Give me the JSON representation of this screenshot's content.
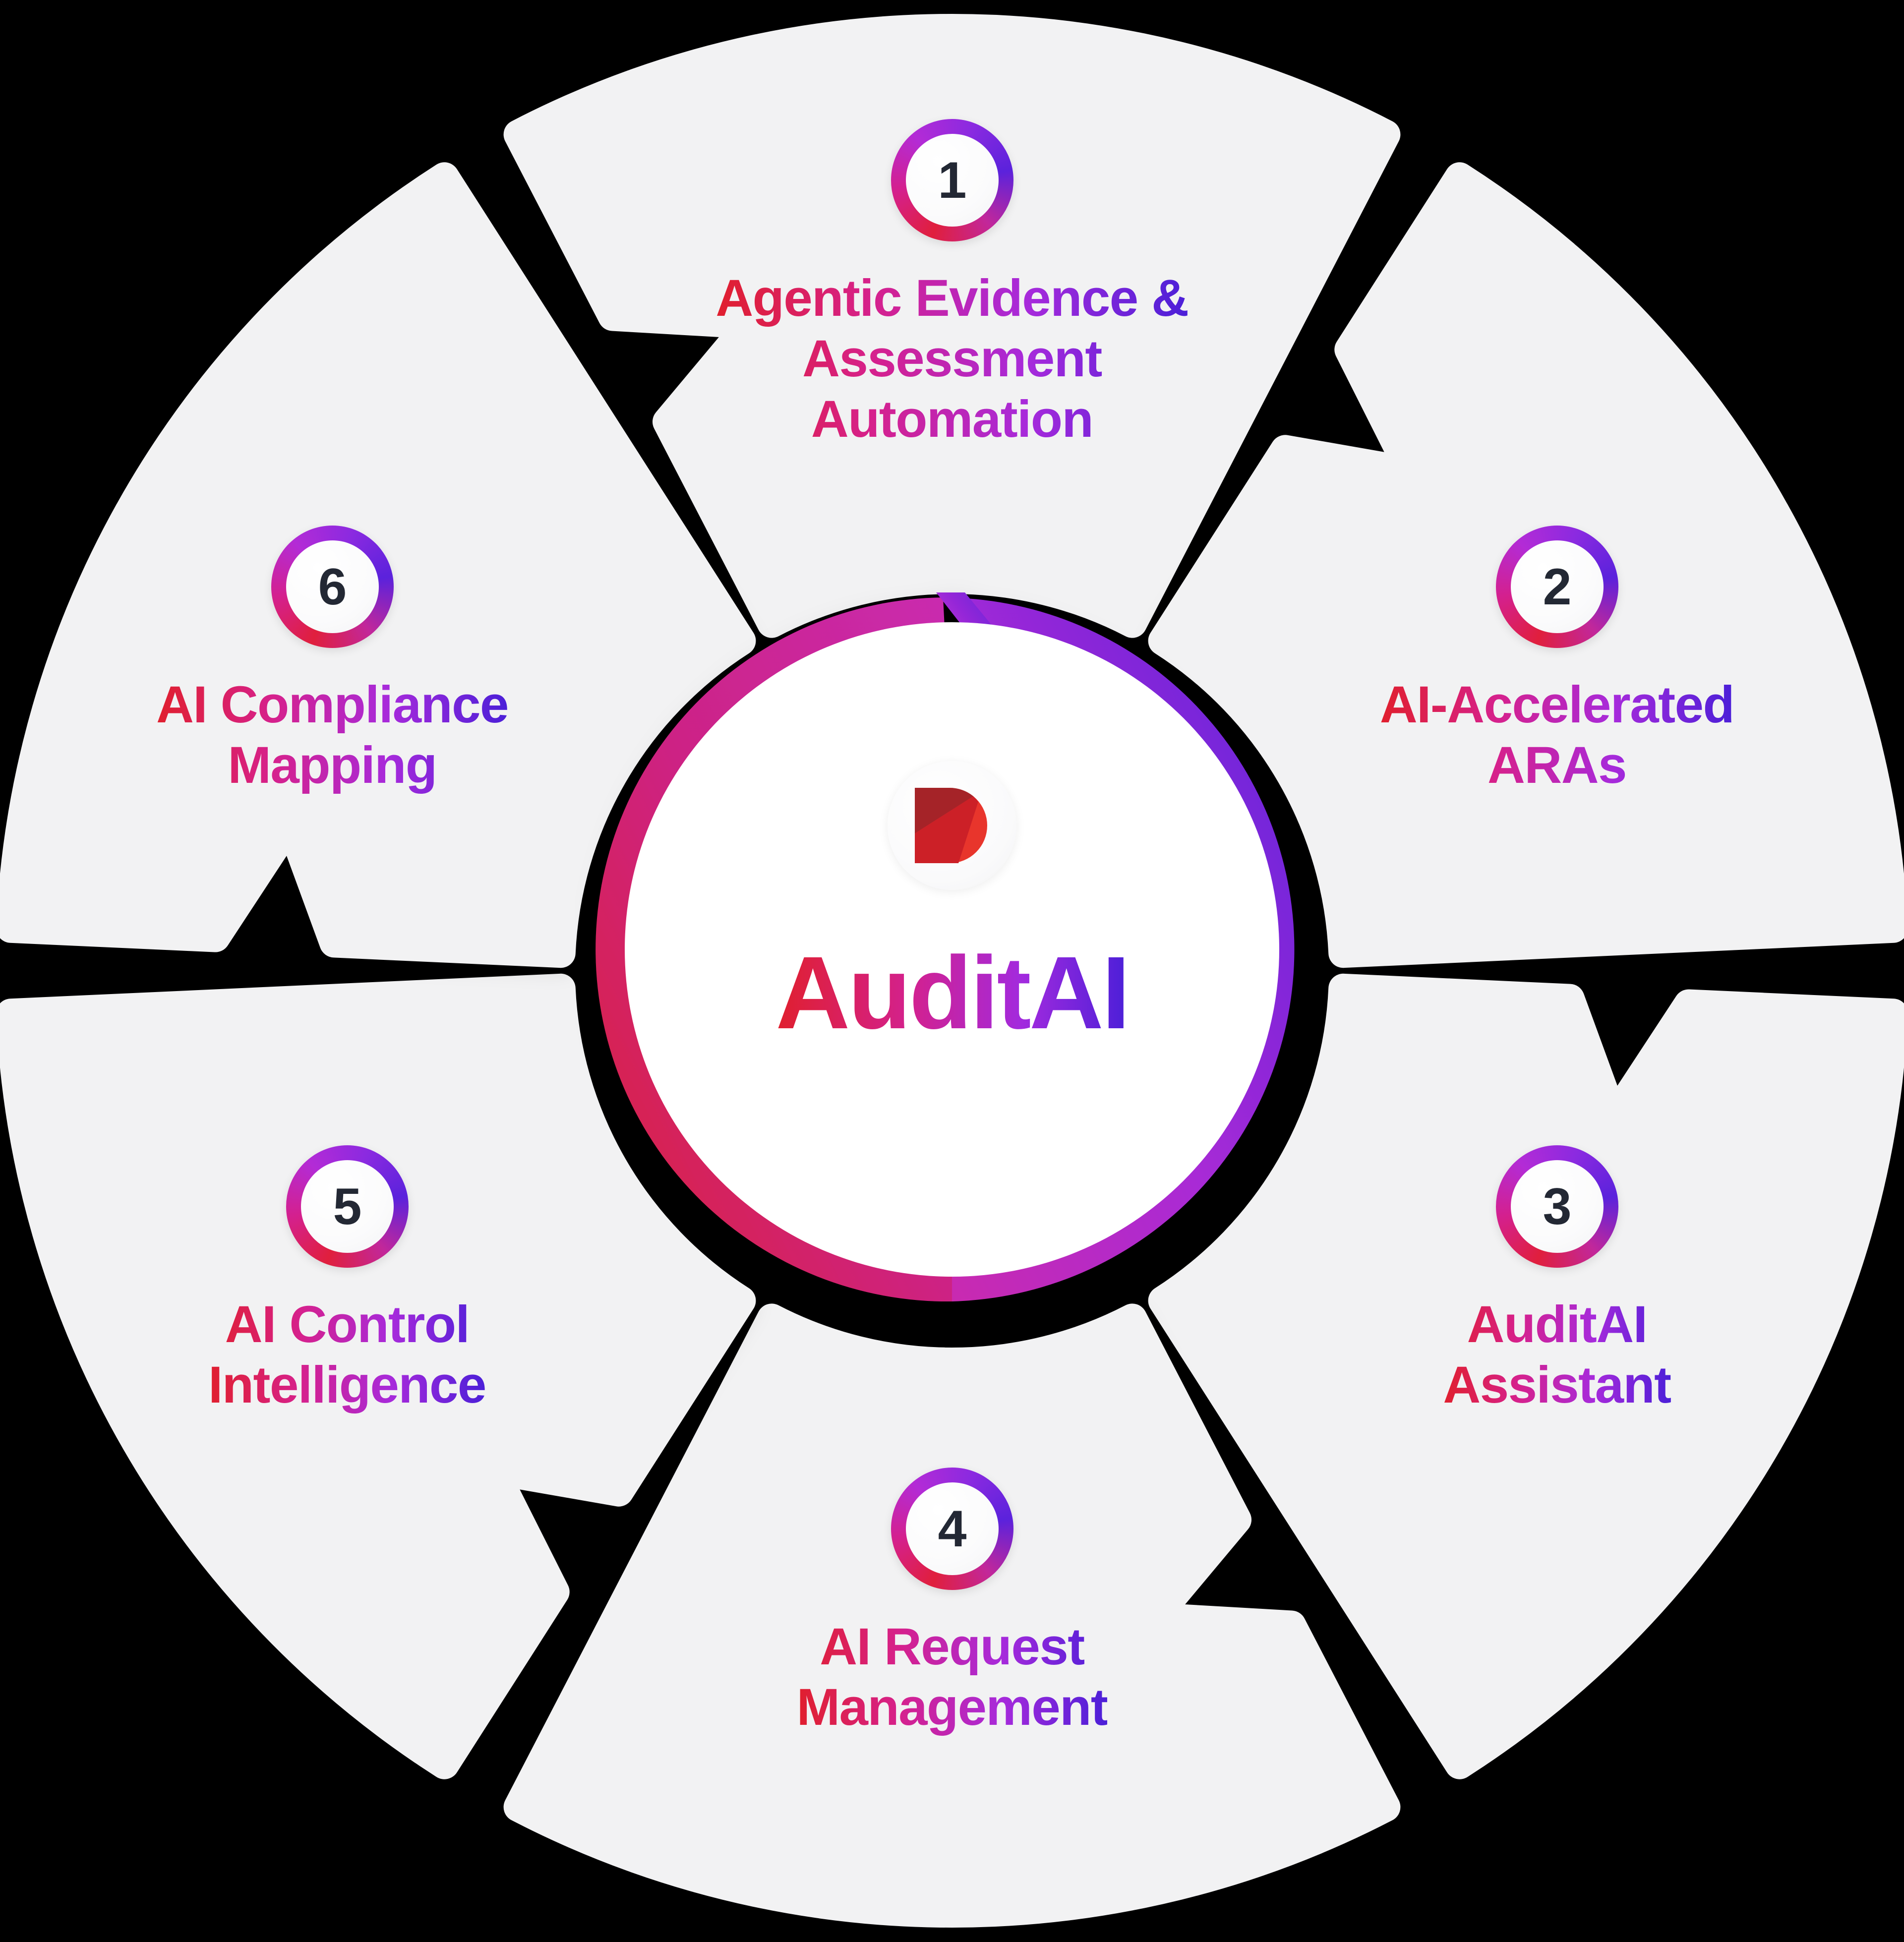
{
  "diagram": {
    "title": "AuditAI",
    "type": "six-step-circular-process-wheel",
    "background_color": "#000000",
    "segment_fill": "#F2F2F3",
    "accent_start": "#E01F2D",
    "accent_mid": "#C2279A",
    "accent_end": "#4B1FD8"
  },
  "hub": {
    "logo_icon": "auditboard-d-logo-icon",
    "logo_colors": {
      "dark_red": "#A52328",
      "mid_red": "#CC2027",
      "bright_red": "#E8352C"
    },
    "title": "AuditAI",
    "ring_gradient_start": "#DC2138",
    "ring_gradient_mid": "#C92BB0",
    "ring_gradient_end": "#5B22DC",
    "arrow_icon": "cycle-arrow-chevron-icon"
  },
  "segments": [
    {
      "number": "1",
      "label": "Agentic Evidence &\nAssessment\nAutomation",
      "position": "top"
    },
    {
      "number": "2",
      "label": "AI-Accelerated\nARAs",
      "position": "top-right"
    },
    {
      "number": "3",
      "label": "AuditAI\nAssistant",
      "position": "bottom-right"
    },
    {
      "number": "4",
      "label": "AI Request\nManagement",
      "position": "bottom"
    },
    {
      "number": "5",
      "label": "AI Control\nIntelligence",
      "position": "bottom-left"
    },
    {
      "number": "6",
      "label": "AI Compliance\nMapping",
      "position": "top-left"
    }
  ]
}
